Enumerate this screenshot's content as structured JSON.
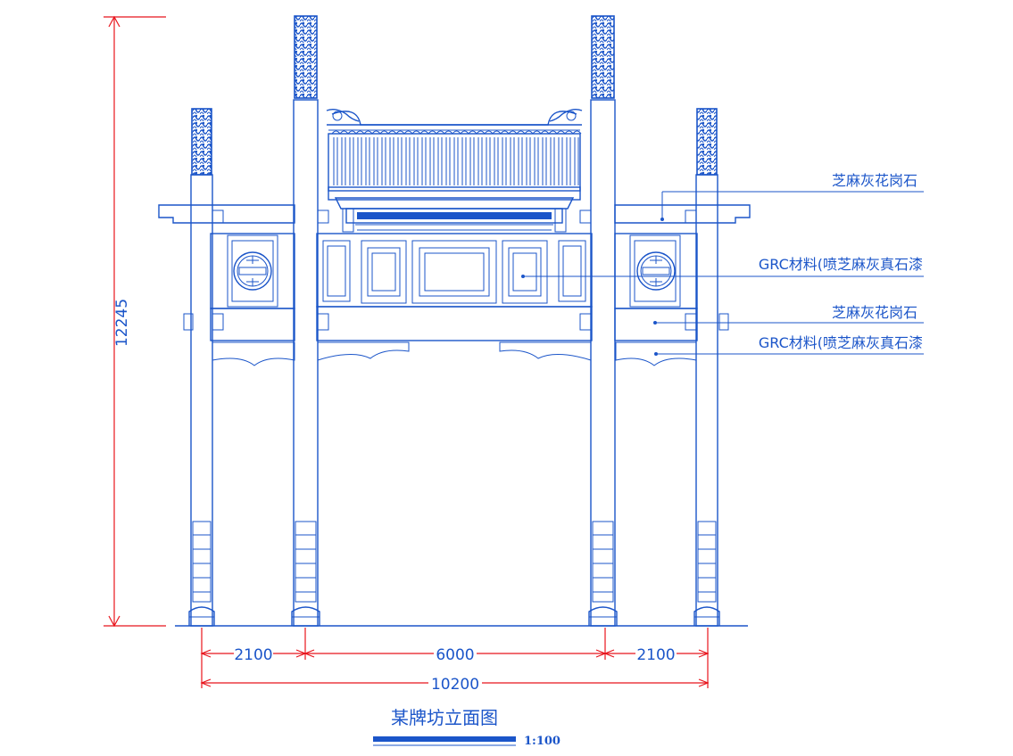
{
  "drawing": {
    "title": "某牌坊立面图",
    "scale": "1:100",
    "colors": {
      "line": "#1b55c9",
      "dimension": "#e8141c",
      "background": "#ffffff"
    },
    "dimensions": {
      "height": "12245",
      "spans": [
        "2100",
        "6000",
        "2100"
      ],
      "total": "10200"
    },
    "callouts": [
      "芝麻灰花岗石",
      "GRC材料(喷芝麻灰真石漆",
      "芝麻灰花岗石",
      "GRC材料(喷芝麻灰真石漆"
    ]
  }
}
